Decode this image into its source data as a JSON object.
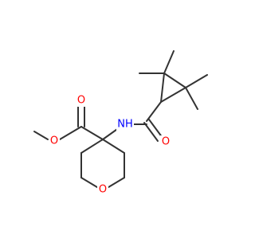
{
  "diagram": {
    "type": "chemical-structure",
    "colors": {
      "bond": "#333333",
      "oxygen": "#ff0000",
      "nitrogen": "#0000ff",
      "carbon": "#333333"
    },
    "atoms": {
      "o_ester_methoxy": "O",
      "o_ester_carbonyl": "O",
      "n_amide": "NH",
      "o_amide": "O",
      "o_ring": "O"
    }
  }
}
